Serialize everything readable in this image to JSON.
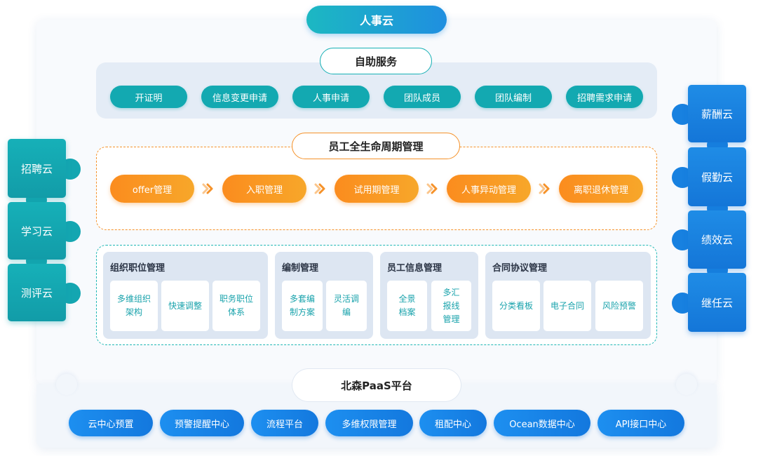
{
  "title": "人事云",
  "self_service": {
    "title": "自助服务",
    "items": [
      "开证明",
      "信息变更申请",
      "人事申请",
      "团队成员",
      "团队编制",
      "招聘需求申请"
    ],
    "color": "#13a9b1"
  },
  "lifecycle": {
    "title": "员工全生命周期管理",
    "steps": [
      "offer管理",
      "入职管理",
      "试用期管理",
      "人事异动管理",
      "离职退休管理"
    ],
    "color": "#f5922a",
    "connector_icon": "double-chevron-right-icon"
  },
  "modules": [
    {
      "title": "组织职位管理",
      "items": [
        "多维组织架构",
        "快速调整",
        "职务职位体系"
      ]
    },
    {
      "title": "编制管理",
      "items": [
        "多套编制方案",
        "灵活调编"
      ]
    },
    {
      "title": "员工信息管理",
      "items": [
        "全景档案",
        "多汇报线管理"
      ]
    },
    {
      "title": "合同协议管理",
      "items": [
        "分类看板",
        "电子合同",
        "风险预警"
      ]
    }
  ],
  "left_clouds": [
    "招聘云",
    "学习云",
    "测评云"
  ],
  "right_clouds": [
    "薪酬云",
    "假勤云",
    "绩效云",
    "继任云"
  ],
  "platform": {
    "title": "北森PaaS平台",
    "items": [
      "云中心预置",
      "预警提醒中心",
      "流程平台",
      "多维权限管理",
      "租配中心",
      "Ocean数据中心",
      "API接口中心"
    ],
    "color": "#1378de"
  }
}
